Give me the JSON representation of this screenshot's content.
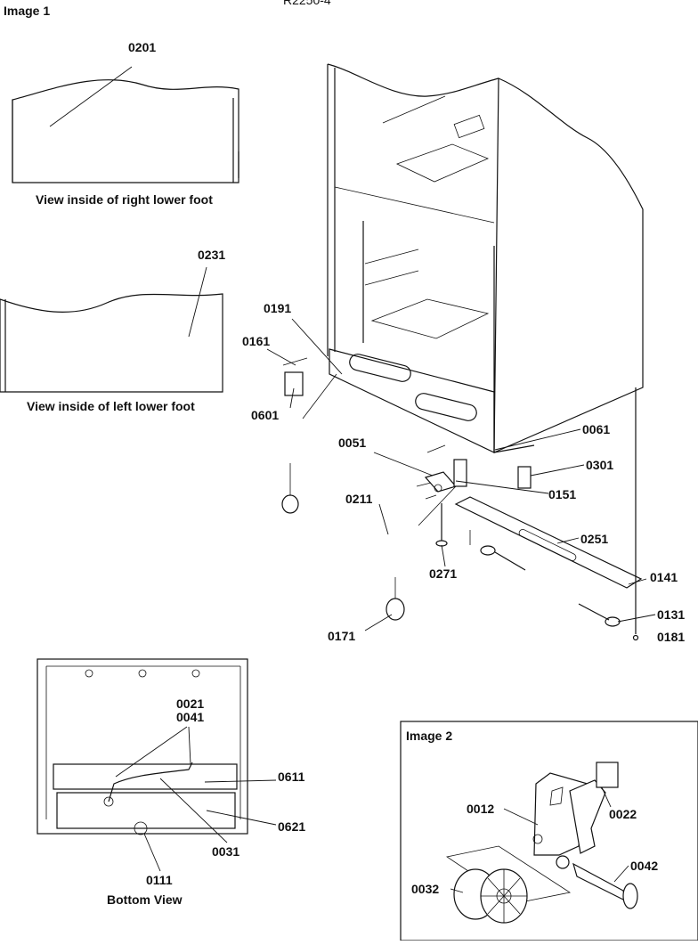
{
  "header": {
    "fragment": "R2250-4"
  },
  "titles": {
    "image1": "Image 1",
    "image2": "Image 2"
  },
  "captions": {
    "right_foot": "View inside of right lower foot",
    "left_foot": "View inside of left  lower foot",
    "bottom": "Bottom View"
  },
  "parts": [
    "0201",
    "0231",
    "0191",
    "0161",
    "0601",
    "0051",
    "0061",
    "0301",
    "0151",
    "0211",
    "0251",
    "0271",
    "0141",
    "0131",
    "0171",
    "0181",
    "0021",
    "0041",
    "0611",
    "0621",
    "0031",
    "0111",
    "0012",
    "0022",
    "0042",
    "0032"
  ]
}
